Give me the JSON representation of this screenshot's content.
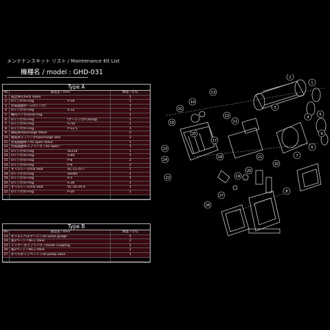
{
  "header": {
    "subtitle": "メンテナンスキット リスト  /  Maintenance Kit  List",
    "model": "機種名 / model  : GHD-031"
  },
  "columns": {
    "no": "No",
    "item": "部品名 / Item",
    "qty": "数量 / Q'ty"
  },
  "type_a": {
    "title": "Type  A",
    "rows": [
      {
        "no": "1",
        "item": "逆止弁/Check Valve",
        "code": "",
        "qty": "1"
      },
      {
        "no": "2",
        "item": "Oリング/O-ring",
        "code": "P-18",
        "qty": "1"
      },
      {
        "no": "3",
        "item": "大気開放ホースOリング/",
        "code": "",
        "qty": "1"
      },
      {
        "no": "4",
        "item": "Oリング/O-ring",
        "code": "S-12",
        "qty": "1"
      },
      {
        "no": "5",
        "item": "楕円リング/Oval ring",
        "code": "",
        "qty": "1"
      },
      {
        "no": "6",
        "item": "Oリング/O-ring",
        "code": "(ケーシング/Casing)",
        "qty": "1"
      },
      {
        "no": "7",
        "item": "Oリング/O-ring",
        "code": "G-50",
        "qty": "1"
      },
      {
        "no": "8",
        "item": "Oリング/O-ring",
        "code": "P-12.5",
        "qty": "1"
      },
      {
        "no": "9",
        "item": "排気弁/Discharge Valve",
        "code": "",
        "qty": "2"
      },
      {
        "no": "10",
        "item": "排気弁スプリング/Discharge Valve Spring",
        "code": "",
        "qty": "2"
      },
      {
        "no": "11",
        "item": "大気開放弁 / Air open Valve",
        "code": "",
        "qty": "1"
      },
      {
        "no": "12",
        "item": "大気開放弁スプリング / Air open Valve spring",
        "code": "",
        "qty": "1"
      },
      {
        "no": "13",
        "item": "Oリング/O-ring",
        "code": "SS110",
        "qty": "1"
      },
      {
        "no": "14",
        "item": "Oリング/O-ring",
        "code": "S-60",
        "qty": "1"
      },
      {
        "no": "15",
        "item": "Oリング/O-ring",
        "code": "P-8",
        "qty": "2"
      },
      {
        "no": "16",
        "item": "Oリング/O-ring",
        "code": "P-9",
        "qty": "2"
      },
      {
        "no": "17",
        "item": "オイルシール/Oil Seal",
        "code": "SC-11-25-7",
        "qty": "1"
      },
      {
        "no": "18",
        "item": "Oリング/O-ring",
        "code": "SS040",
        "qty": "1"
      },
      {
        "no": "19",
        "item": "Oリング/O-ring",
        "code": "P-5",
        "qty": "1"
      },
      {
        "no": "20",
        "item": "Oリング/O-ring",
        "code": "S-36",
        "qty": "1"
      },
      {
        "no": "21",
        "item": "オイルシール/Oil Seal",
        "code": "VC-10-20-4",
        "qty": "1"
      },
      {
        "no": "22",
        "item": "Oリング/O-ring",
        "code": "P-20",
        "qty": "1"
      },
      {
        "no": "",
        "item": "",
        "code": "",
        "qty": ""
      }
    ]
  },
  "type_b": {
    "title": "Type  B",
    "rows": [
      {
        "no": "23",
        "item": "オイルレベルゲージ / Oil Level guage",
        "qty": "1"
      },
      {
        "no": "24",
        "item": "第1ベーン / No.1  Vane",
        "qty": "2"
      },
      {
        "no": "25",
        "item": "インナーカップリング / Inside Coupling",
        "qty": "1"
      },
      {
        "no": "26",
        "item": "第2ベーン / No.2  Vane",
        "qty": "2"
      },
      {
        "no": "27",
        "item": "オイルポンプベーン / Oil pump vane",
        "qty": "1"
      },
      {
        "no": "",
        "item": "",
        "qty": ""
      }
    ]
  },
  "callouts": [
    "1",
    "2",
    "3",
    "4",
    "5",
    "6",
    "7",
    "8",
    "9",
    "10",
    "11",
    "12",
    "13",
    "14",
    "15",
    "16",
    "17",
    "18",
    "19",
    "20",
    "21",
    "22",
    "23",
    "24",
    "25",
    "26",
    "27"
  ]
}
